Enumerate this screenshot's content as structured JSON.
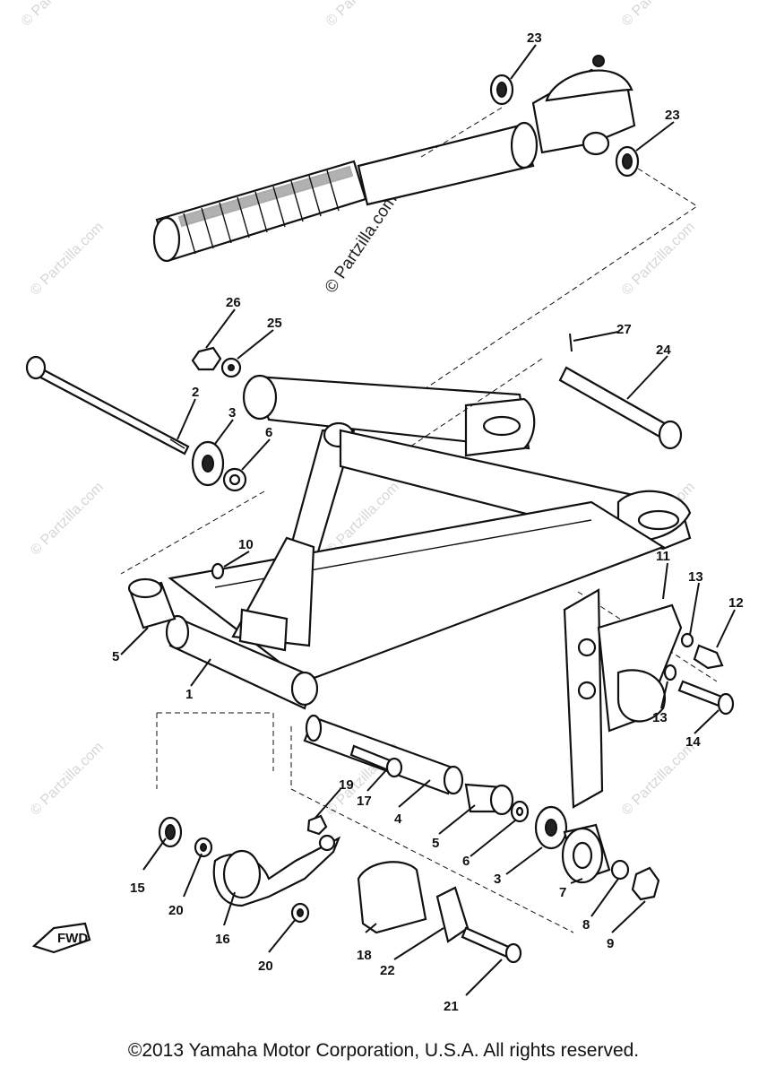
{
  "watermarks": {
    "center": "© Partzilla.com",
    "tile": "© Partzilla.com"
  },
  "callouts": {
    "p1": "1",
    "p2": "2",
    "p3a": "3",
    "p3b": "3",
    "p4": "4",
    "p5a": "5",
    "p5b": "5",
    "p6a": "6",
    "p6b": "6",
    "p7": "7",
    "p8": "8",
    "p9": "9",
    "p10": "10",
    "p11": "11",
    "p12": "12",
    "p13a": "13",
    "p13b": "13",
    "p14": "14",
    "p15": "15",
    "p16": "16",
    "p17": "17",
    "p18": "18",
    "p19": "19",
    "p20a": "20",
    "p20b": "20",
    "p21": "21",
    "p22": "22",
    "p23a": "23",
    "p23b": "23",
    "p24": "24",
    "p25": "25",
    "p26": "26",
    "p27": "27"
  },
  "fwd_label": "FWD",
  "copyright": "©2013 Yamaha Motor Corporation, U.S.A. All rights reserved."
}
